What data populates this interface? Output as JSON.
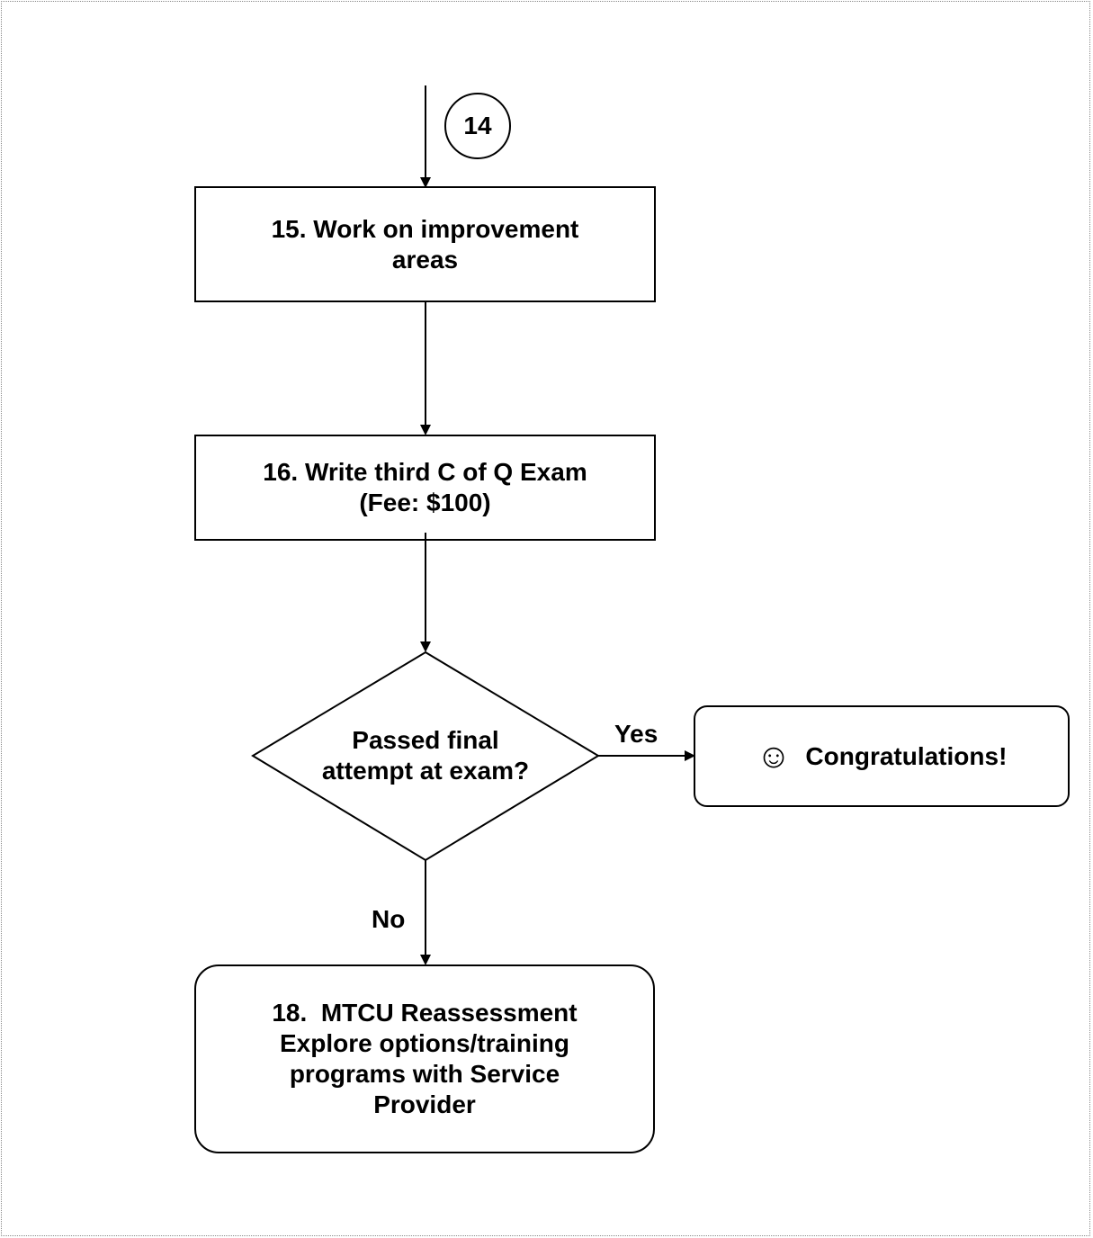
{
  "flowchart": {
    "connector_ref": "14",
    "step_15": [
      "15. Work on improvement",
      "areas"
    ],
    "step_16": [
      "16. Write third C of Q Exam",
      "(Fee: $100)"
    ],
    "decision": [
      "Passed final",
      "attempt at exam?"
    ],
    "yes_label": "Yes",
    "no_label": "No",
    "success": {
      "icon": "smiley-icon",
      "text": "Congratulations!"
    },
    "step_18": [
      "18.  MTCU Reassessment",
      "Explore options/training",
      "programs with Service",
      "Provider"
    ]
  }
}
